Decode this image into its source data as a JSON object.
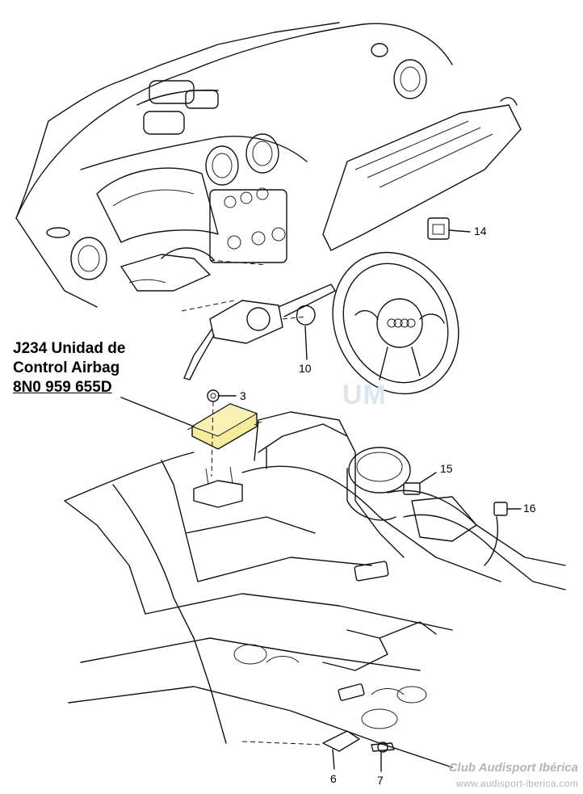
{
  "callout": {
    "title_line1": "J234 Unidad de",
    "title_line2": "Control Airbag",
    "part_number": "8N0 959 655D"
  },
  "labels": {
    "l3": "3",
    "l6": "6",
    "l7": "7",
    "l10": "10",
    "l14": "14",
    "l15": "15",
    "l16": "16"
  },
  "watermark": {
    "center_mark": "UM",
    "brand": "Club Audisport Ibérica",
    "url": "www.audisport-iberica.com"
  },
  "colors": {
    "module_highlight": "#f4ec9a",
    "line": "#111111",
    "watermark": "#b5b5b5"
  }
}
